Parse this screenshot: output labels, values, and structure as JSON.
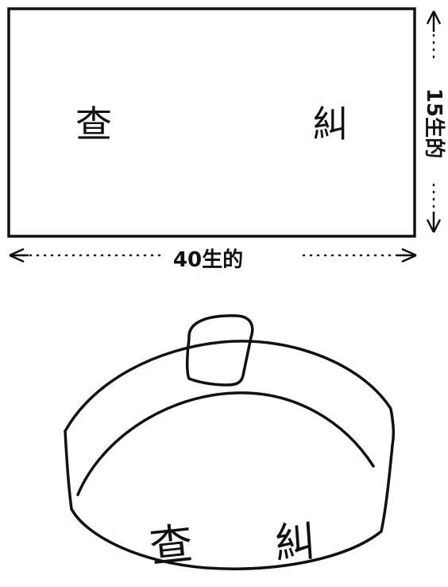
{
  "flat_band": {
    "left_char": "查",
    "right_char": "糾"
  },
  "dimensions": {
    "width_label": "40生的",
    "height_label": "15生的"
  },
  "armband_drawing": {
    "left_char": "查",
    "right_char": "糾"
  },
  "colors": {
    "ink": "#111111",
    "paper": "#ffffff"
  }
}
